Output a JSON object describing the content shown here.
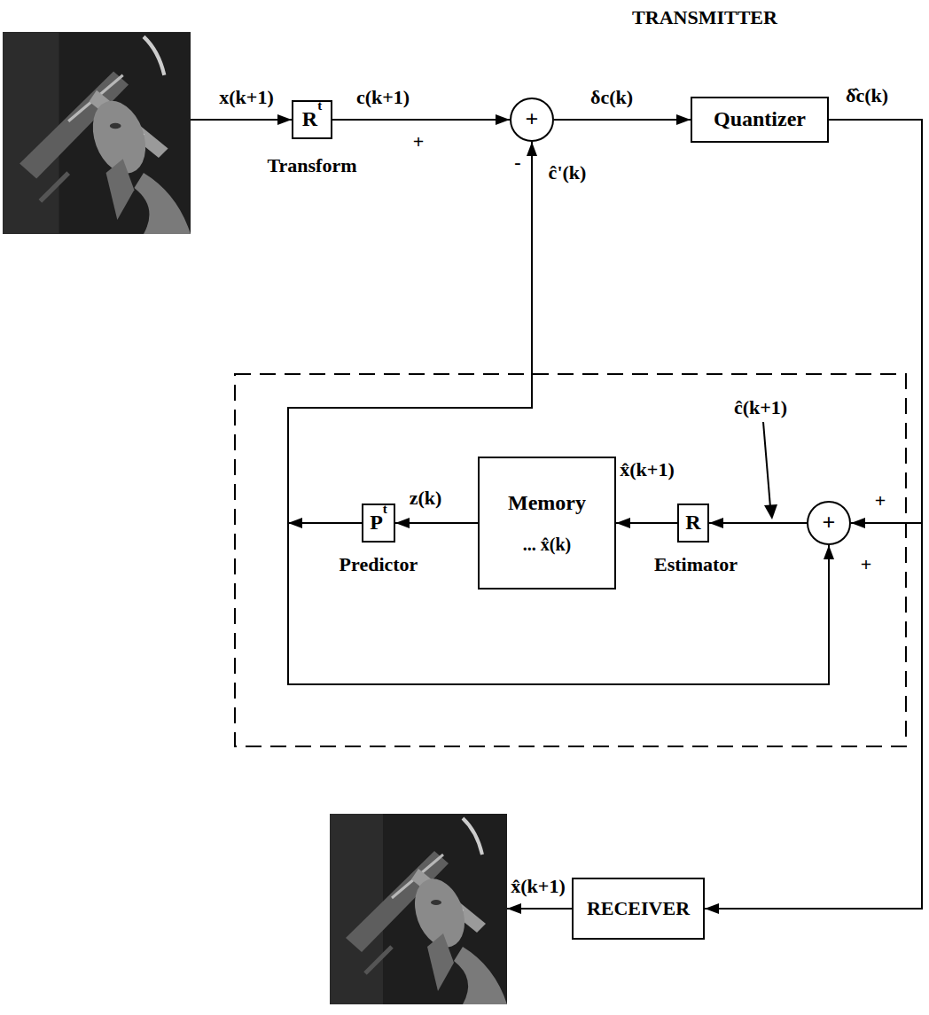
{
  "diagram": {
    "title": "TRANSMITTER",
    "nodes": [
      {
        "text": [
          "R",
          "t"
        ]
      },
      {
        "text": [
          "+"
        ]
      },
      {
        "text": [
          "Quantizer"
        ]
      },
      {
        "text": [
          "P",
          "t"
        ]
      },
      {
        "text": [
          "Memory",
          "... x̂(k)"
        ]
      },
      {
        "text": [
          "R"
        ]
      },
      {
        "text": [
          "+"
        ]
      },
      {
        "text": [
          "RECEIVER"
        ]
      }
    ],
    "edges": [
      {
        "from": 0,
        "to": 1,
        "arrow": "to",
        "label": "c(k+1)"
      },
      {
        "from": 1,
        "to": 2,
        "arrow": "to",
        "label": "δc(k)"
      },
      {
        "from": 2,
        "to": 6,
        "arrow": "to"
      },
      {
        "from": 2,
        "to": 7,
        "arrow": "to"
      },
      {
        "from": 6,
        "to": 5,
        "arrow": "to"
      },
      {
        "from": 5,
        "to": 4,
        "arrow": "to",
        "label": "x̂(k+1)"
      },
      {
        "from": 4,
        "to": 3,
        "arrow": "to",
        "label": "z(k)"
      },
      {
        "from": 3,
        "to": 1,
        "arrow": "to",
        "label": "ĉ'(k)"
      },
      {
        "from": 3,
        "to": 6,
        "arrow": "to"
      }
    ],
    "labels": [
      "x(k+1)",
      "+",
      "-",
      "Transform",
      "δ̂c(k)",
      "ĉ(k+1)",
      "+",
      "+",
      "Estimator",
      "Predictor",
      "x̂(k+1)"
    ]
  }
}
